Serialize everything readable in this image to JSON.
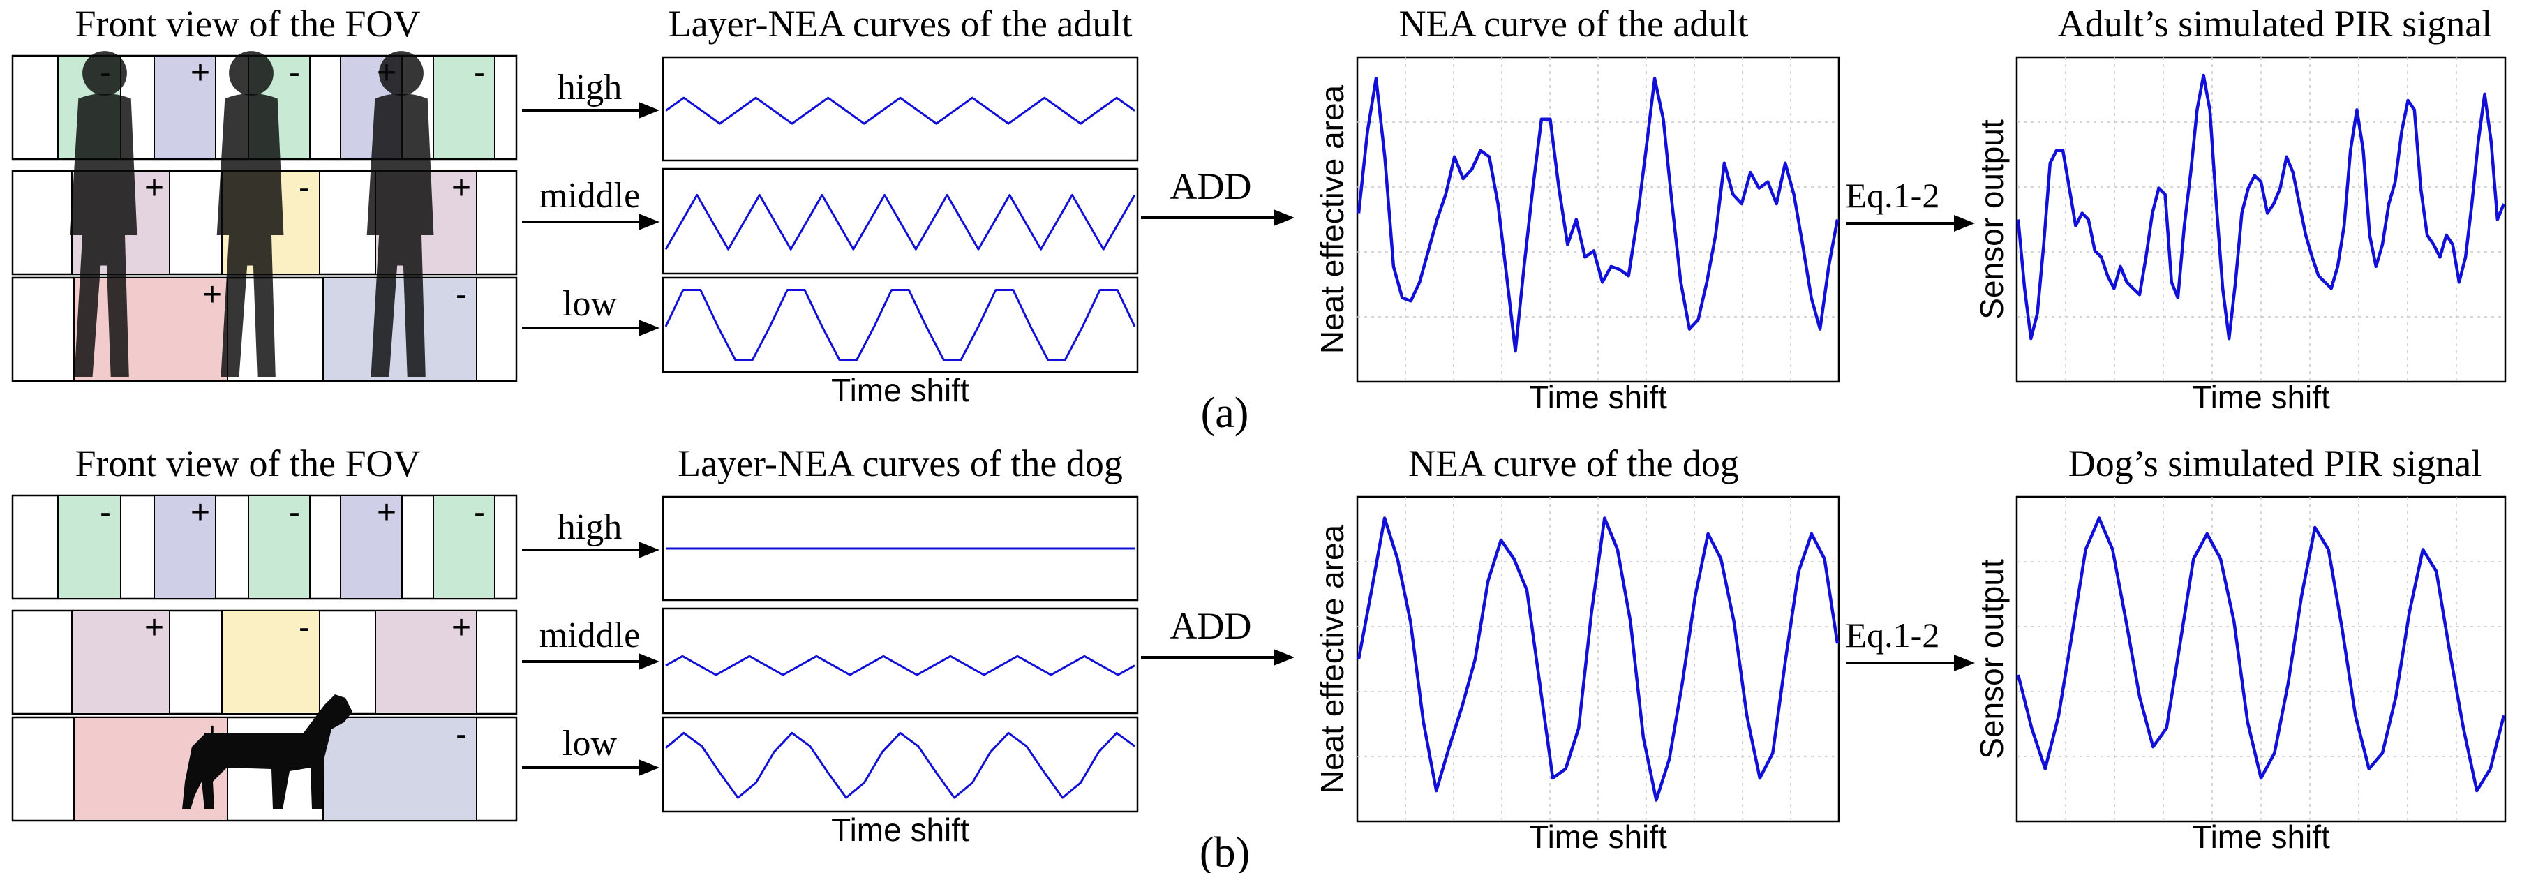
{
  "panels": [
    {
      "id": "a",
      "subject": "adult",
      "caption": "(a)",
      "fov_title": "Front view of the FOV",
      "layer_title": "Layer-NEA curves of the adult",
      "nea_title": "NEA curve of the adult",
      "pir_title": "Adult’s simulated PIR signal",
      "layers": [
        "high",
        "middle",
        "low"
      ],
      "add_label": "ADD",
      "eq_label": "Eq.1-2",
      "time_label": "Time shift",
      "nea_ylabel": "Neat effective area",
      "pir_ylabel": "Sensor output",
      "fov_signs": {
        "top": [
          "-",
          "+",
          "-",
          "+",
          "-"
        ],
        "middle": [
          "+",
          "-",
          "+"
        ],
        "low": [
          "+",
          "-"
        ]
      },
      "curves": {
        "layer_high": [
          0.48,
          0.62,
          0.48,
          0.34,
          0.48,
          0.62,
          0.48,
          0.34,
          0.48,
          0.62,
          0.48,
          0.34,
          0.48,
          0.62,
          0.48,
          0.34,
          0.48,
          0.62,
          0.48,
          0.34,
          0.48,
          0.62,
          0.48,
          0.34,
          0.48,
          0.62,
          0.48
        ],
        "layer_middle": [
          0.2,
          0.78,
          0.2,
          0.78,
          0.2,
          0.78,
          0.2,
          0.78,
          0.2,
          0.78,
          0.2,
          0.78,
          0.2,
          0.78,
          0.2,
          0.78
        ],
        "layer_low": [
          0.48,
          0.92,
          0.92,
          0.48,
          0.08,
          0.08,
          0.48,
          0.92,
          0.92,
          0.48,
          0.08,
          0.08,
          0.48,
          0.92,
          0.92,
          0.48,
          0.08,
          0.08,
          0.48,
          0.92,
          0.92,
          0.48,
          0.08,
          0.08,
          0.48,
          0.92,
          0.92,
          0.48
        ],
        "nea": [
          0.52,
          0.78,
          0.95,
          0.7,
          0.35,
          0.25,
          0.24,
          0.3,
          0.4,
          0.5,
          0.58,
          0.7,
          0.63,
          0.66,
          0.72,
          0.7,
          0.55,
          0.32,
          0.08,
          0.35,
          0.6,
          0.82,
          0.82,
          0.6,
          0.42,
          0.5,
          0.38,
          0.4,
          0.3,
          0.35,
          0.34,
          0.32,
          0.5,
          0.72,
          0.95,
          0.82,
          0.55,
          0.3,
          0.15,
          0.18,
          0.3,
          0.45,
          0.68,
          0.58,
          0.55,
          0.65,
          0.6,
          0.62,
          0.55,
          0.68,
          0.58,
          0.42,
          0.25,
          0.15,
          0.35,
          0.5
        ],
        "pir": [
          0.5,
          0.28,
          0.12,
          0.2,
          0.42,
          0.68,
          0.72,
          0.72,
          0.6,
          0.48,
          0.52,
          0.5,
          0.4,
          0.38,
          0.32,
          0.28,
          0.35,
          0.3,
          0.28,
          0.26,
          0.38,
          0.52,
          0.6,
          0.58,
          0.3,
          0.25,
          0.48,
          0.65,
          0.85,
          0.96,
          0.85,
          0.55,
          0.28,
          0.12,
          0.3,
          0.52,
          0.6,
          0.64,
          0.62,
          0.52,
          0.55,
          0.6,
          0.7,
          0.65,
          0.55,
          0.45,
          0.38,
          0.32,
          0.3,
          0.28,
          0.35,
          0.48,
          0.72,
          0.85,
          0.72,
          0.45,
          0.35,
          0.42,
          0.55,
          0.62,
          0.78,
          0.88,
          0.85,
          0.6,
          0.45,
          0.42,
          0.38,
          0.45,
          0.42,
          0.3,
          0.38,
          0.55,
          0.75,
          0.9,
          0.75,
          0.5,
          0.55
        ]
      }
    },
    {
      "id": "b",
      "subject": "dog",
      "caption": "(b)",
      "fov_title": "Front view of the FOV",
      "layer_title": "Layer-NEA curves of the dog",
      "nea_title": "NEA curve of the dog",
      "pir_title": "Dog’s simulated PIR signal",
      "layers": [
        "high",
        "middle",
        "low"
      ],
      "add_label": "ADD",
      "eq_label": "Eq.1-2",
      "time_label": "Time shift",
      "nea_ylabel": "Neat effective area",
      "pir_ylabel": "Sensor output",
      "fov_signs": {
        "top": [
          "-",
          "+",
          "-",
          "+",
          "-"
        ],
        "middle": [
          "+",
          "-",
          "+"
        ],
        "low": [
          "+",
          "-"
        ]
      },
      "curves": {
        "layer_high": [
          0.5,
          0.5
        ],
        "layer_middle": [
          0.45,
          0.55,
          0.45,
          0.35,
          0.45,
          0.55,
          0.45,
          0.35,
          0.45,
          0.55,
          0.45,
          0.35,
          0.45,
          0.55,
          0.45,
          0.35,
          0.45,
          0.55,
          0.45,
          0.35,
          0.45,
          0.55,
          0.45,
          0.35,
          0.45,
          0.55,
          0.45,
          0.35,
          0.45
        ],
        "layer_low": [
          0.7,
          0.88,
          0.72,
          0.4,
          0.1,
          0.28,
          0.65,
          0.88,
          0.72,
          0.4,
          0.1,
          0.28,
          0.65,
          0.88,
          0.72,
          0.4,
          0.1,
          0.28,
          0.65,
          0.88,
          0.72,
          0.4,
          0.1,
          0.28,
          0.65,
          0.88,
          0.72
        ],
        "nea": [
          0.5,
          0.72,
          0.95,
          0.82,
          0.62,
          0.3,
          0.08,
          0.22,
          0.35,
          0.5,
          0.75,
          0.88,
          0.82,
          0.72,
          0.42,
          0.12,
          0.15,
          0.28,
          0.65,
          0.95,
          0.85,
          0.62,
          0.25,
          0.05,
          0.18,
          0.42,
          0.7,
          0.9,
          0.82,
          0.62,
          0.32,
          0.12,
          0.2,
          0.5,
          0.78,
          0.9,
          0.82,
          0.55
        ],
        "pir": [
          0.45,
          0.28,
          0.15,
          0.32,
          0.58,
          0.85,
          0.95,
          0.85,
          0.62,
          0.38,
          0.22,
          0.28,
          0.55,
          0.82,
          0.9,
          0.82,
          0.62,
          0.3,
          0.12,
          0.2,
          0.42,
          0.7,
          0.92,
          0.85,
          0.6,
          0.32,
          0.15,
          0.2,
          0.38,
          0.65,
          0.85,
          0.78,
          0.52,
          0.28,
          0.08,
          0.15,
          0.32
        ]
      }
    }
  ]
}
